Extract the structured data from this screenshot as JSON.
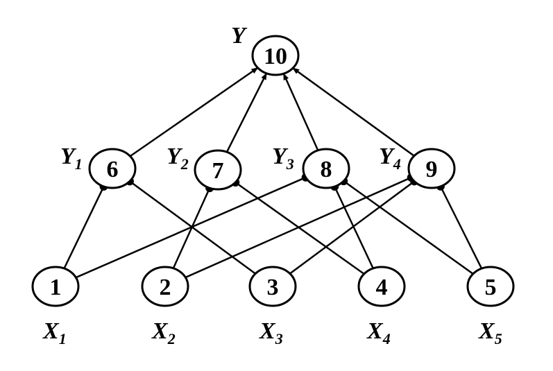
{
  "output": {
    "label": "10",
    "var_main": "Y",
    "var_sub": ""
  },
  "hidden": [
    {
      "label": "6",
      "var_main": "Y",
      "var_sub": "1"
    },
    {
      "label": "7",
      "var_main": "Y",
      "var_sub": "2"
    },
    {
      "label": "8",
      "var_main": "Y",
      "var_sub": "3"
    },
    {
      "label": "9",
      "var_main": "Y",
      "var_sub": "4"
    }
  ],
  "inputs": [
    {
      "label": "1",
      "var_main": "X",
      "var_sub": "1"
    },
    {
      "label": "2",
      "var_main": "X",
      "var_sub": "2"
    },
    {
      "label": "3",
      "var_main": "X",
      "var_sub": "3"
    },
    {
      "label": "4",
      "var_main": "X",
      "var_sub": "4"
    },
    {
      "label": "5",
      "var_main": "X",
      "var_sub": "5"
    }
  ],
  "edges_hidden_to_output": [
    {
      "from": "6",
      "to": "10"
    },
    {
      "from": "7",
      "to": "10"
    },
    {
      "from": "8",
      "to": "10"
    },
    {
      "from": "9",
      "to": "10"
    }
  ],
  "edges_input_to_hidden": [
    {
      "from": "1",
      "to": "6"
    },
    {
      "from": "3",
      "to": "6"
    },
    {
      "from": "2",
      "to": "7"
    },
    {
      "from": "4",
      "to": "7"
    },
    {
      "from": "1",
      "to": "8"
    },
    {
      "from": "4",
      "to": "8"
    },
    {
      "from": "5",
      "to": "8"
    },
    {
      "from": "2",
      "to": "9"
    },
    {
      "from": "3",
      "to": "9"
    },
    {
      "from": "5",
      "to": "9"
    }
  ]
}
